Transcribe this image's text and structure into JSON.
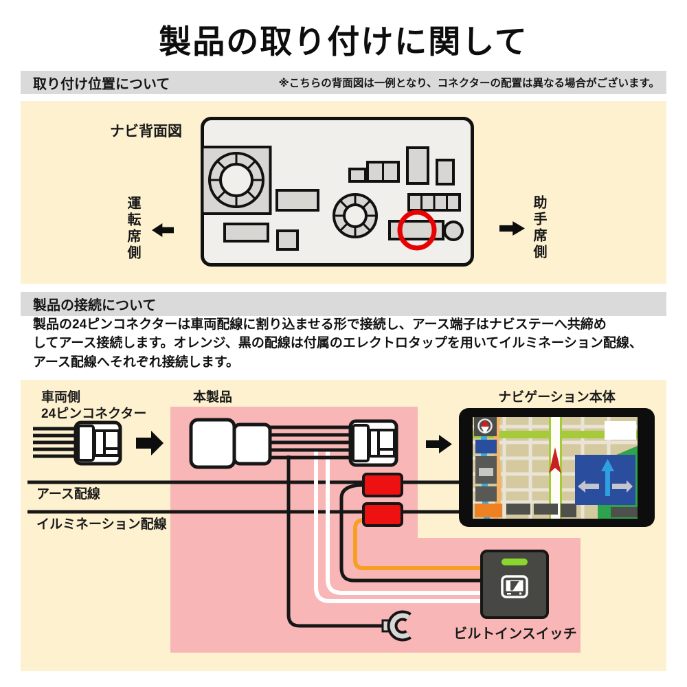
{
  "page_title": "製品の取り付けに関して",
  "section_position": {
    "bar_title": "取り付け位置について",
    "bar_note": "※こちらの背面図は一例となり、コネクターの配置は異なる場合がございます。",
    "diagram_label": "ナビ背面図",
    "driver_side_label": "運転席側",
    "passenger_side_label": "助手席側"
  },
  "section_connection": {
    "bar_title": "製品の接続について",
    "description_lines": [
      "製品の24ピンコネクターは車両配線に割り込ませる形で接続し、アース端子はナビステーへ共締め",
      "してアース接続します。オレンジ、黒の配線は付属のエレクトロタップを用いてイルミネーション配線、",
      "アース配線へそれぞれ接続します。"
    ],
    "vehicle_side_line1": "車両側",
    "vehicle_side_line2": "24ピンコネクター",
    "product_label": "本製品",
    "nav_unit_label": "ナビゲーション本体",
    "ground_wire_label": "アース配線",
    "illumination_wire_label": "イルミネーション配線",
    "switch_label": "ビルトインスイッチ"
  },
  "colors": {
    "cream_bg": "#fdf1cf",
    "pink_bg": "#f9b6b6",
    "bar_gray": "#dadada",
    "panel_gray": "#f0efec",
    "component_gray": "#d7d6d3",
    "tap_red": "#ee1111",
    "highlight_red": "#e60202",
    "wire_orange": "#f5a023",
    "switch_green": "#8ad62e",
    "wire_black": "#161616"
  }
}
